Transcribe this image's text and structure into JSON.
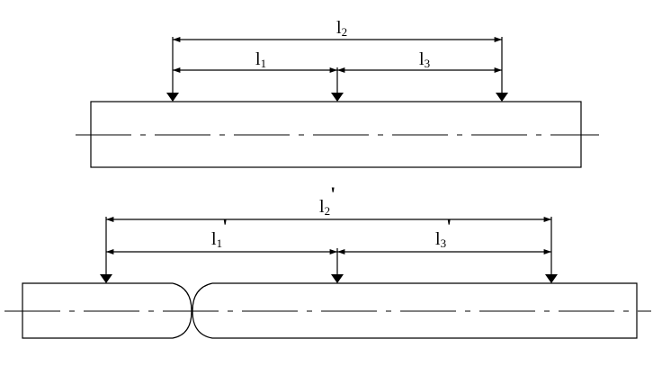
{
  "top": {
    "l2": {
      "base": "l",
      "sub": "2"
    },
    "l1": {
      "base": "l",
      "sub": "1"
    },
    "l3": {
      "base": "l",
      "sub": "3"
    }
  },
  "bottom": {
    "l2": {
      "base": "l",
      "sub": "2",
      "mark": "'"
    },
    "l1": {
      "base": "l",
      "sub": "1",
      "mark": "'"
    },
    "l3": {
      "base": "l",
      "sub": "3",
      "mark": "'"
    }
  }
}
